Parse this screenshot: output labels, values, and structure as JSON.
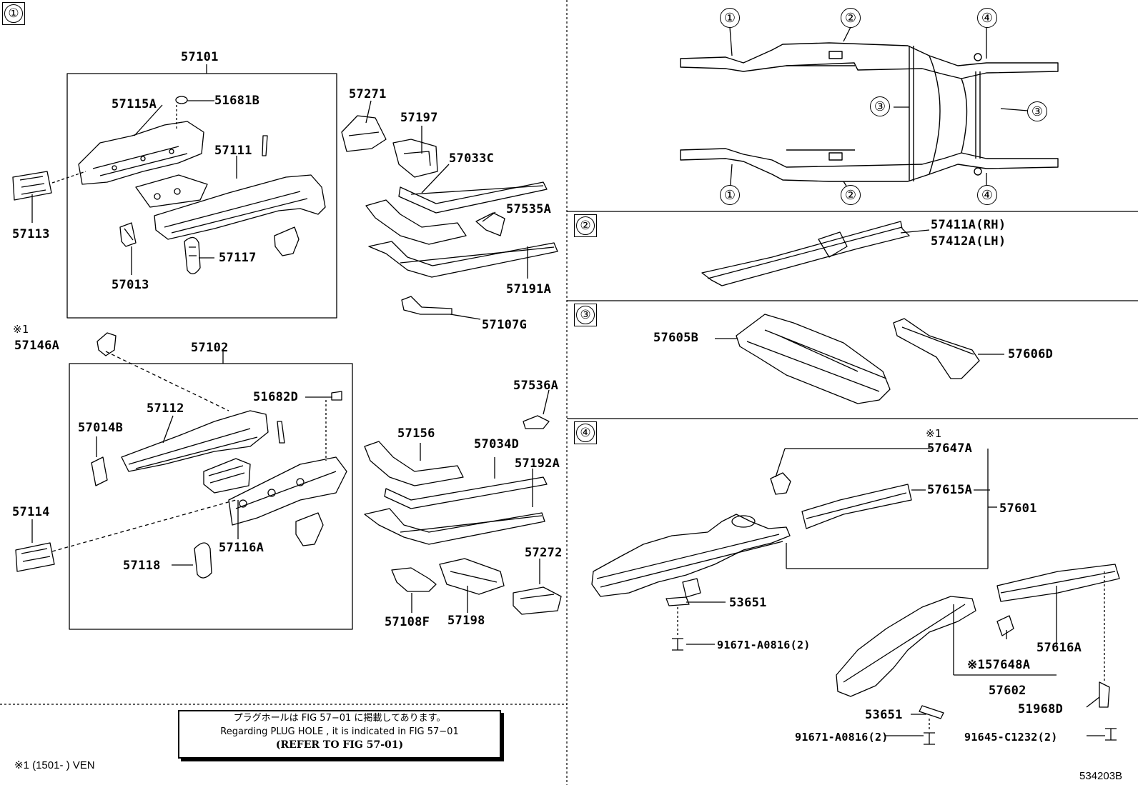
{
  "sections": {
    "s1": "①",
    "s2": "②",
    "s3": "③",
    "s4": "④"
  },
  "overview": {
    "c1_top": "①",
    "c2_top": "②",
    "c4_top": "④",
    "c3_left": "③",
    "c3_right": "③",
    "c1_bot": "①",
    "c2_bot": "②",
    "c4_bot": "④"
  },
  "parts": {
    "p57101": "57101",
    "p57115A": "57115A",
    "p51681B": "51681B",
    "p57111": "57111",
    "p57113": "57113",
    "p57117": "57117",
    "p57013": "57013",
    "p57271": "57271",
    "p57197": "57197",
    "p57033C": "57033C",
    "p57535A": "57535A",
    "p57191A": "57191A",
    "p57107G": "57107G",
    "mark1a": "※1",
    "p57146A": "57146A",
    "p57102": "57102",
    "p51682D": "51682D",
    "p57112": "57112",
    "p57014B": "57014B",
    "p57114": "57114",
    "p57116A": "57116A",
    "p57118": "57118",
    "p57536A": "57536A",
    "p57156": "57156",
    "p57034D": "57034D",
    "p57192A": "57192A",
    "p57272": "57272",
    "p57108F": "57108F",
    "p57198": "57198",
    "p57411A": "57411A(RH)",
    "p57412A": "57412A(LH)",
    "p57605B": "57605B",
    "p57606D": "57606D",
    "mark1b": "※1",
    "p57647A": "57647A",
    "p57615A": "57615A",
    "p57601": "57601",
    "p53651a": "53651",
    "p91671a": "91671-A0816(2)",
    "p57616A": "57616A",
    "p57648A": "※157648A",
    "p57602": "57602",
    "p53651b": "53651",
    "p51968D": "51968D",
    "p91671b": "91671-A0816(2)",
    "p91645": "91645-C1232(2)"
  },
  "note": {
    "line1": "プラグホールは FIG 57−01 に掲載してあります。",
    "line2": "Regarding  PLUG  HOLE , it is indicated in  FIG  57−01",
    "line3": "(REFER TO FIG 57-01)"
  },
  "footnote": "※1 (1501-      ) VEN",
  "figure_id": "534203B"
}
